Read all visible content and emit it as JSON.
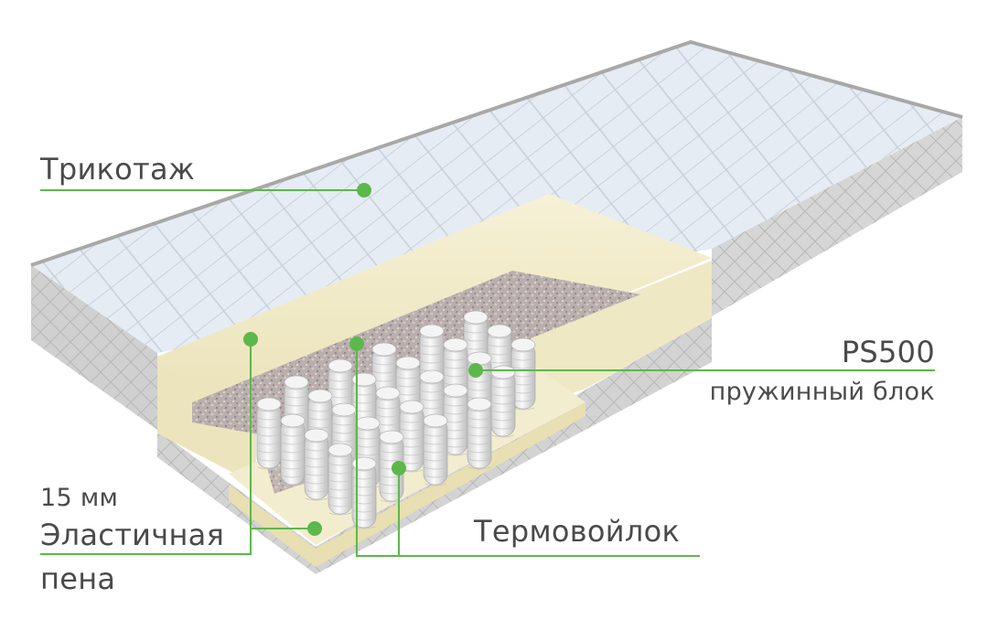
{
  "labels": {
    "knit": "Трикотаж",
    "block_title": "PS500",
    "block_sub": "пружинный блок",
    "foam_size": "15 мм",
    "foam_name_1": "Эластичная",
    "foam_name_2": "пена",
    "felt": "Термовойлок"
  },
  "colors": {
    "callout_green": "#5cb84a",
    "text": "#4a4a4a",
    "foam": "#f1ebc8",
    "knit_top": "#e4eaf1",
    "side_fabric": "#cfcfcf"
  }
}
